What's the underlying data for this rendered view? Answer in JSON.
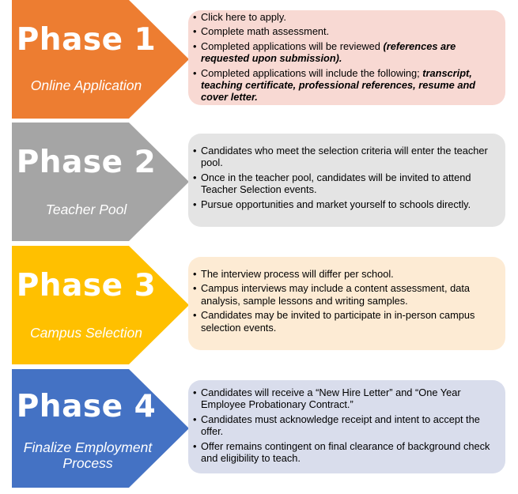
{
  "phases": [
    {
      "title": "Phase 1",
      "subtitle": "Online Application",
      "arrow_color": "#ED7D31",
      "box_color": "#F8D9D3",
      "bullets": [
        [
          {
            "t": "Click here to apply."
          }
        ],
        [
          {
            "t": "Complete math assessment."
          }
        ],
        [
          {
            "t": "Completed applications will be reviewed "
          },
          {
            "t": "(references are requested upon submission).",
            "e": true
          }
        ],
        [
          {
            "t": "Completed applications will include the following; "
          },
          {
            "t": "transcript, teaching certificate, professional references, resume and cover letter.",
            "e": true
          }
        ]
      ]
    },
    {
      "title": "Phase 2",
      "subtitle": "Teacher Pool",
      "arrow_color": "#A5A5A5",
      "box_color": "#E4E4E4",
      "bullets": [
        [
          {
            "t": "Candidates who meet the selection criteria will enter the teacher pool."
          }
        ],
        [
          {
            "t": "Once in the teacher pool, candidates will be invited to attend Teacher Selection events."
          }
        ],
        [
          {
            "t": "Pursue opportunities and market yourself to schools directly."
          }
        ]
      ]
    },
    {
      "title": "Phase 3",
      "subtitle": "Campus Selection",
      "arrow_color": "#FFC000",
      "box_color": "#FDEBD4",
      "bullets": [
        [
          {
            "t": "The interview process will differ per school."
          }
        ],
        [
          {
            "t": "Campus interviews may include a content assessment, data analysis, sample lessons and writing samples."
          }
        ],
        [
          {
            "t": "Candidates may be invited to participate in in-person campus selection events."
          }
        ]
      ]
    },
    {
      "title": "Phase 4",
      "subtitle": "Finalize Employment Process",
      "arrow_color": "#4472C4",
      "box_color": "#D9DDEC",
      "bullets": [
        [
          {
            "t": "Candidates will receive a “New Hire Letter” and “One Year Employee Probationary Contract.”"
          }
        ],
        [
          {
            "t": "Candidates must acknowledge receipt and intent to accept the offer."
          }
        ],
        [
          {
            "t": "Offer remains contingent on final clearance of background check and eligibility to teach."
          }
        ]
      ]
    }
  ]
}
